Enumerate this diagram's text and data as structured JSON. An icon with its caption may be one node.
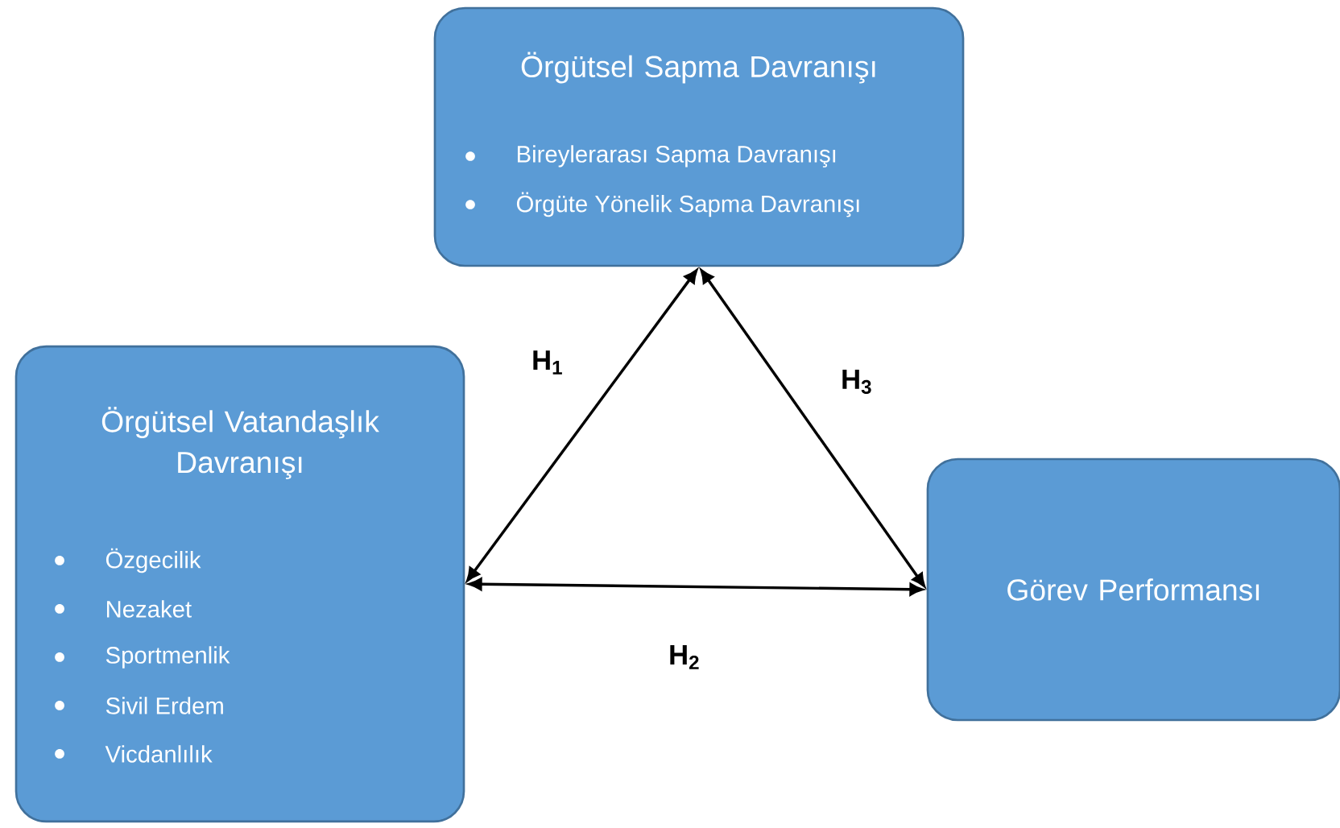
{
  "diagram": {
    "nodes": [
      {
        "text": [
          "Örgütsel Sapma Davranışı",
          "Bireylerarası Sapma Davranışı",
          "Örgüte Yönelik Sapma Davranışı"
        ]
      },
      {
        "text": [
          "Örgütsel Vatandaşlık Davranışı",
          "Özgecilik",
          "Nezaket",
          "Sportmenlik",
          "Sivil Erdem",
          "Vicdanlılık"
        ]
      },
      {
        "text": [
          "Görev Performansı"
        ]
      }
    ],
    "edges": [
      {
        "from": 1,
        "to": 0,
        "arrow": "both",
        "label": "H$_{1}$"
      },
      {
        "from": 1,
        "to": 2,
        "arrow": "both",
        "label": "H$_{2}$"
      },
      {
        "from": 0,
        "to": 2,
        "arrow": "both",
        "label": "H$_{3}$"
      }
    ]
  }
}
